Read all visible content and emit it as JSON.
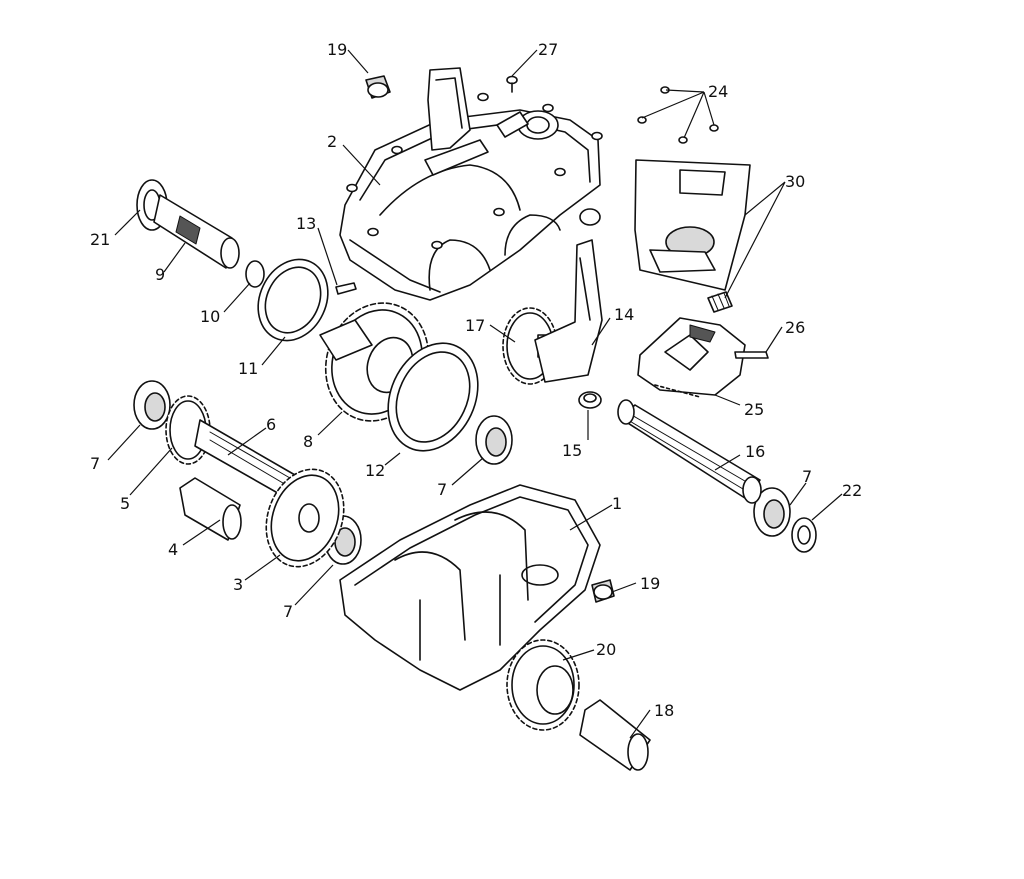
{
  "diagram": {
    "type": "exploded-parts-view",
    "callouts": [
      {
        "id": "c1",
        "label": "1"
      },
      {
        "id": "c2",
        "label": "2"
      },
      {
        "id": "c3",
        "label": "3"
      },
      {
        "id": "c4",
        "label": "4"
      },
      {
        "id": "c5",
        "label": "5"
      },
      {
        "id": "c6",
        "label": "6"
      },
      {
        "id": "c7a",
        "label": "7"
      },
      {
        "id": "c7b",
        "label": "7"
      },
      {
        "id": "c7c",
        "label": "7"
      },
      {
        "id": "c7d",
        "label": "7"
      },
      {
        "id": "c8",
        "label": "8"
      },
      {
        "id": "c9",
        "label": "9"
      },
      {
        "id": "c10",
        "label": "10"
      },
      {
        "id": "c11",
        "label": "11"
      },
      {
        "id": "c12",
        "label": "12"
      },
      {
        "id": "c13",
        "label": "13"
      },
      {
        "id": "c14",
        "label": "14"
      },
      {
        "id": "c15",
        "label": "15"
      },
      {
        "id": "c16",
        "label": "16"
      },
      {
        "id": "c17",
        "label": "17"
      },
      {
        "id": "c18",
        "label": "18"
      },
      {
        "id": "c19a",
        "label": "19"
      },
      {
        "id": "c19b",
        "label": "19"
      },
      {
        "id": "c20",
        "label": "20"
      },
      {
        "id": "c21",
        "label": "21"
      },
      {
        "id": "c22",
        "label": "22"
      },
      {
        "id": "c24",
        "label": "24"
      },
      {
        "id": "c25",
        "label": "25"
      },
      {
        "id": "c26",
        "label": "26"
      },
      {
        "id": "c27",
        "label": "27"
      },
      {
        "id": "c30",
        "label": "30"
      }
    ]
  }
}
